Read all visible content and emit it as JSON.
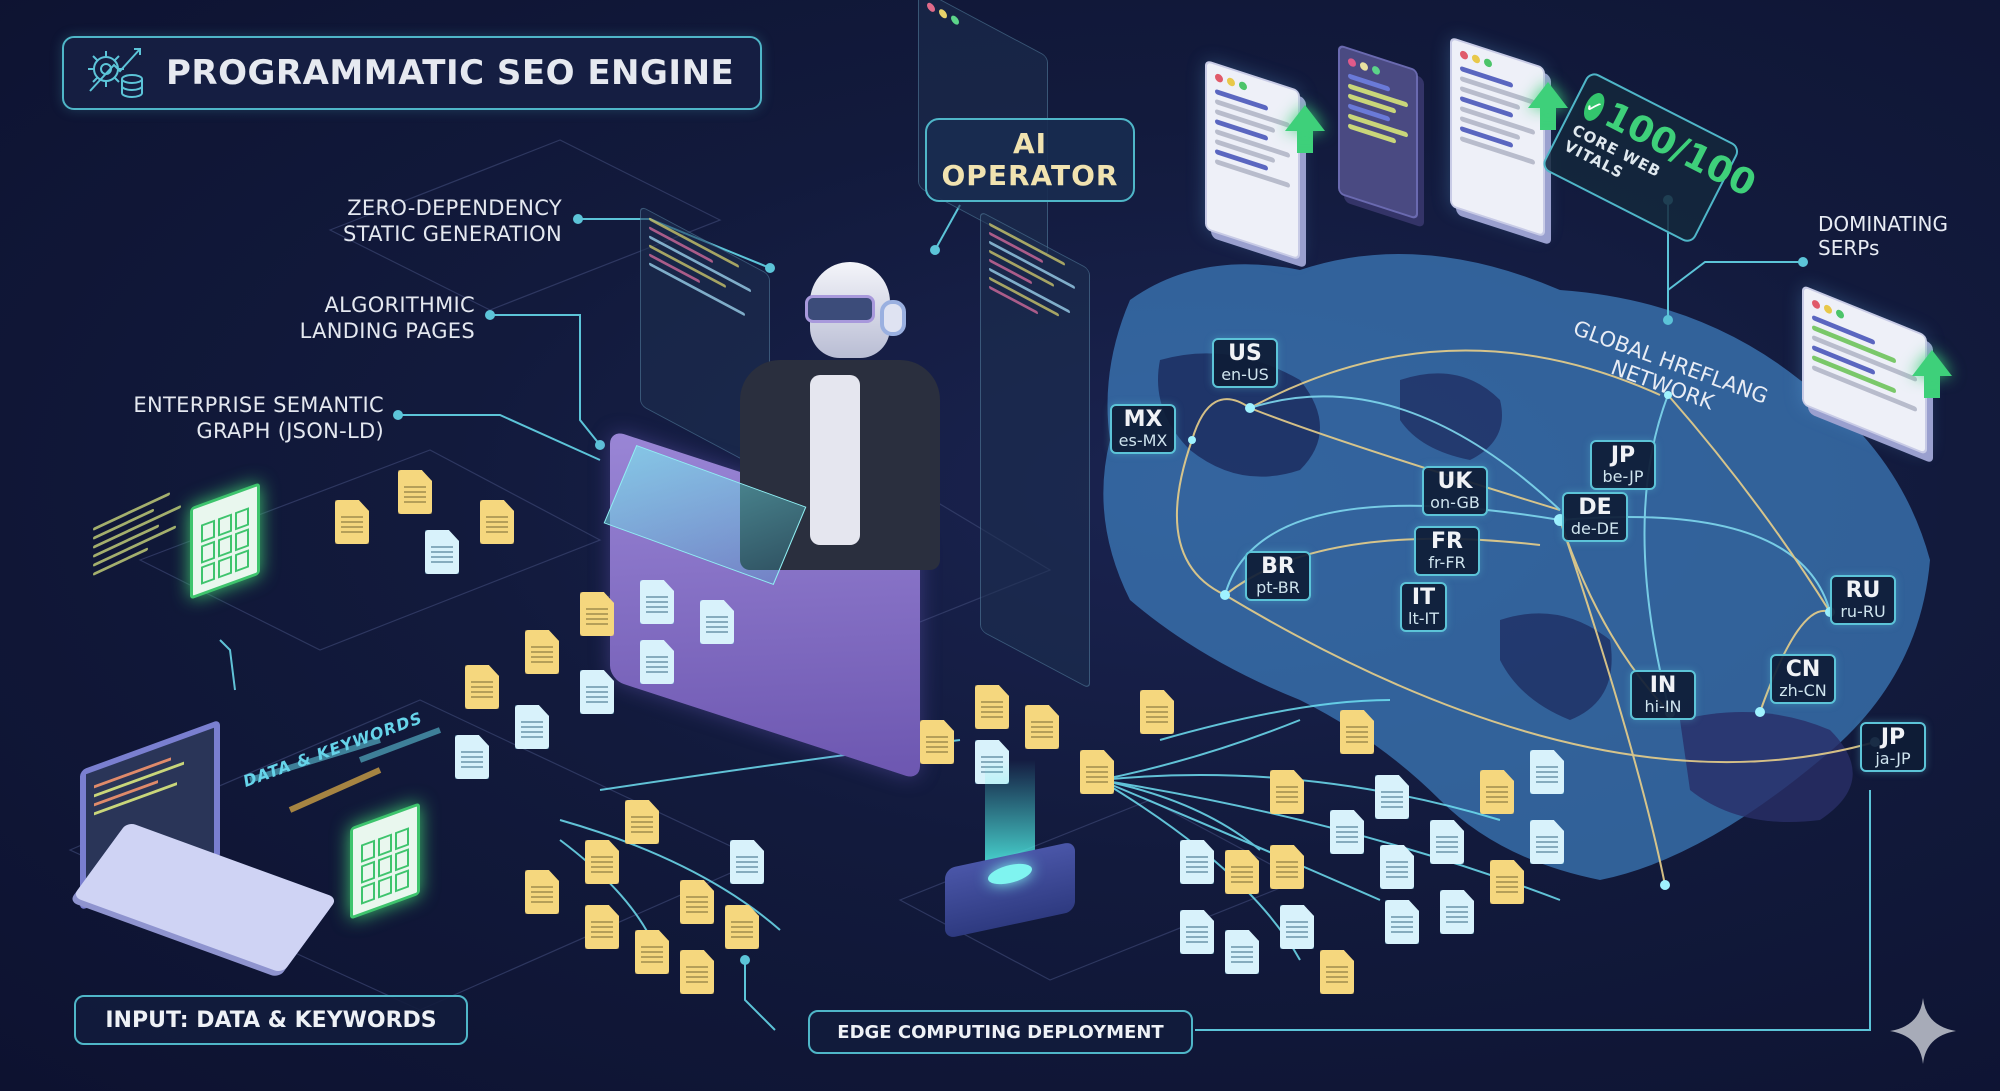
{
  "title": {
    "text": "PROGRAMMATIC SEO ENGINE",
    "icon": "gear-database-growth-icon"
  },
  "callouts_left": [
    {
      "line1": "ZERO-DEPENDENCY",
      "line2": "STATIC GENERATION"
    },
    {
      "line1": "ALGORITHMIC",
      "line2": "LANDING PAGES"
    },
    {
      "line1": "ENTERPRISE SEMANTIC",
      "line2": "GRAPH (JSON-LD)"
    }
  ],
  "operator": {
    "line1": "AI",
    "line2": "OPERATOR"
  },
  "data_stream_label": "DATA & KEYWORDS",
  "core_web_vitals": {
    "score": "100/100",
    "label": "CORE WEB VITALS",
    "icon": "check-circle-icon"
  },
  "dominating": {
    "line1": "DOMINATING",
    "line2": "SERPs"
  },
  "hreflang": {
    "line1": "GLOBAL HREFLANG",
    "line2": "NETWORK"
  },
  "locales": [
    {
      "code": "US",
      "lang": "en-US"
    },
    {
      "code": "MX",
      "lang": "es-MX"
    },
    {
      "code": "UK",
      "lang": "on-GB"
    },
    {
      "code": "JP",
      "lang": "be-JP"
    },
    {
      "code": "DE",
      "lang": "de-DE"
    },
    {
      "code": "FR",
      "lang": "fr-FR"
    },
    {
      "code": "BR",
      "lang": "pt-BR"
    },
    {
      "code": "IT",
      "lang": "lt-IT"
    },
    {
      "code": "IN",
      "lang": "hi-IN"
    },
    {
      "code": "CN",
      "lang": "zh-CN"
    },
    {
      "code": "RU",
      "lang": "ru-RU"
    },
    {
      "code": "JP",
      "lang": "ja-JP"
    }
  ],
  "bottom": {
    "input_label": "INPUT: DATA & KEYWORDS",
    "edge_label": "EDGE COMPUTING DEPLOYMENT"
  },
  "colors": {
    "background": "#121a3c",
    "accent_cyan": "#5cc4d8",
    "accent_gold": "#f1e3b0",
    "success_green": "#3ed07a",
    "doc_yellow": "#f5d77e",
    "doc_blue": "#d8f2fb",
    "desk_purple": "#8a74cc"
  },
  "watermark_icon": "sparkle-icon"
}
